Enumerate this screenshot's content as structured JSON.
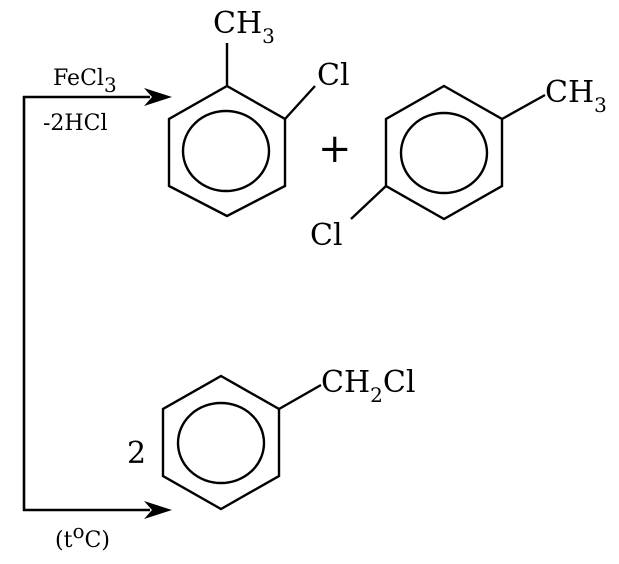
{
  "reaction": {
    "upper_condition_reagent": "FeCl",
    "upper_condition_reagent_sub": "3",
    "upper_condition_byproduct": "-2HCl",
    "lower_condition_open": "(t",
    "lower_condition_sup": "o",
    "lower_condition_close": "C)",
    "plus_sign": "+",
    "coefficient": "2"
  },
  "product_ortho": {
    "methyl": "CH",
    "methyl_sub": "3",
    "chloro": "Cl"
  },
  "product_para": {
    "methyl": "CH",
    "methyl_sub": "3",
    "chloro": "Cl"
  },
  "product_benzyl": {
    "group_a": "CH",
    "group_sub": "2",
    "group_b": "Cl"
  }
}
